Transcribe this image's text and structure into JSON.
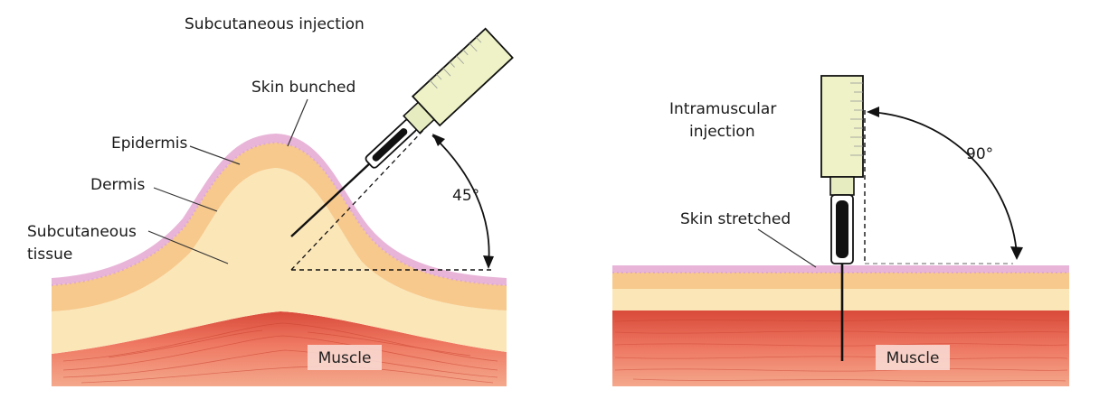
{
  "subcutaneous_panel": {
    "title": "Subcutaneous injection",
    "skin_bunched": "Skin bunched",
    "epidermis": "Epidermis",
    "dermis": "Dermis",
    "subcutaneous_line1": "Subcutaneous",
    "subcutaneous_line2": "tissue",
    "angle": "45°",
    "muscle": "Muscle"
  },
  "intramuscular_panel": {
    "title_line1": "Intramuscular",
    "title_line2": "injection",
    "skin_stretched": "Skin stretched",
    "angle": "90°",
    "muscle": "Muscle"
  },
  "colors": {
    "epidermis": "#e8b5d8",
    "dermis": "#f7c98c",
    "subcutaneous": "#fbe6b8",
    "muscle": "#e8664f",
    "syringe_barrel": "#eef2c6"
  }
}
